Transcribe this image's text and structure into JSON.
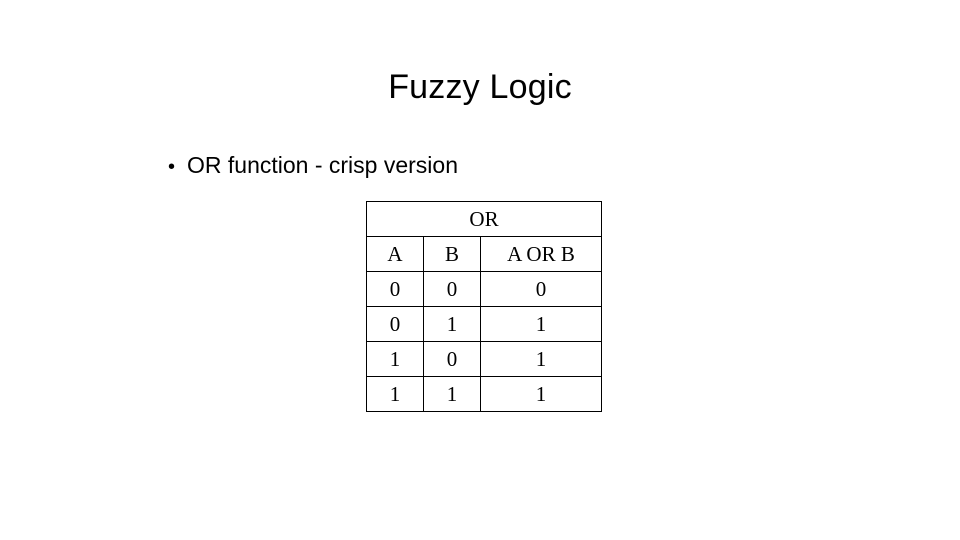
{
  "slide": {
    "title": "Fuzzy Logic",
    "bullets": [
      {
        "marker": "•",
        "text": "OR function - crisp version"
      }
    ],
    "table": {
      "caption": "OR",
      "columns": [
        "A",
        "B",
        "A OR B"
      ],
      "rows": [
        [
          "0",
          "0",
          "0"
        ],
        [
          "0",
          "1",
          "1"
        ],
        [
          "1",
          "0",
          "1"
        ],
        [
          "1",
          "1",
          "1"
        ]
      ]
    }
  }
}
